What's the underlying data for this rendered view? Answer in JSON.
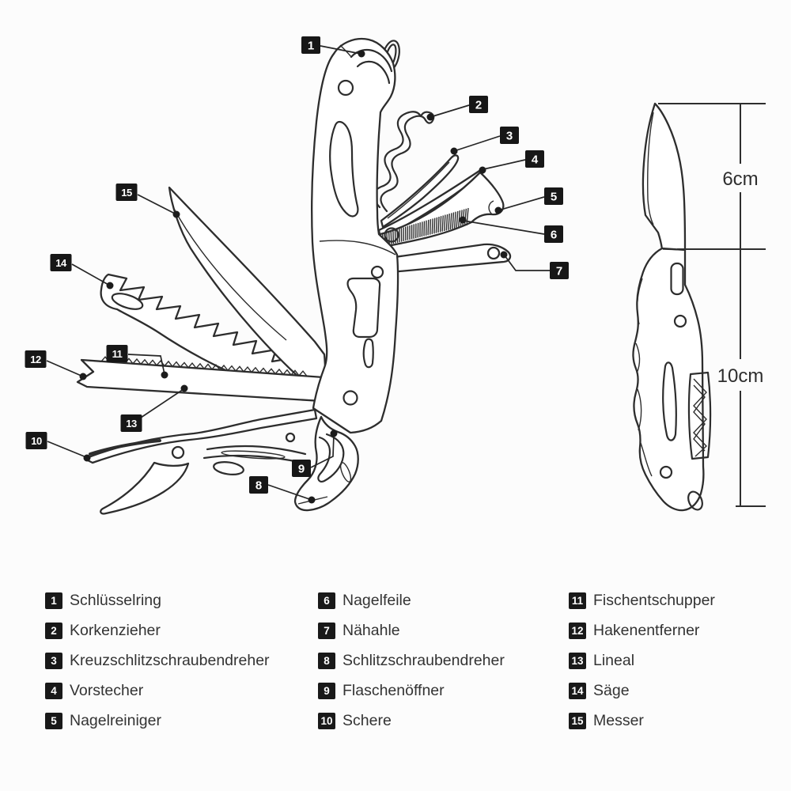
{
  "legend": {
    "items": [
      {
        "number": "1",
        "label": "Schlüsselring"
      },
      {
        "number": "2",
        "label": "Korkenzieher"
      },
      {
        "number": "3",
        "label": "Kreuzschlitzschraubendreher"
      },
      {
        "number": "4",
        "label": "Vorstecher"
      },
      {
        "number": "5",
        "label": "Nagelreiniger"
      },
      {
        "number": "6",
        "label": "Nagelfeile"
      },
      {
        "number": "7",
        "label": "Nähahle"
      },
      {
        "number": "8",
        "label": "Schlitzschraubendreher"
      },
      {
        "number": "9",
        "label": "Flaschenöffner"
      },
      {
        "number": "10",
        "label": "Schere"
      },
      {
        "number": "11",
        "label": "Fischentschupper"
      },
      {
        "number": "12",
        "label": "Hakenentferner"
      },
      {
        "number": "13",
        "label": "Lineal"
      },
      {
        "number": "14",
        "label": "Säge"
      },
      {
        "number": "15",
        "label": "Messer"
      }
    ]
  },
  "dimensions": {
    "blade_length": "6cm",
    "handle_length": "10cm"
  },
  "colors": {
    "line": "#2d2d2d",
    "callout_bg": "#171717",
    "callout_text": "#ffffff",
    "background": "#fcfcfc"
  }
}
